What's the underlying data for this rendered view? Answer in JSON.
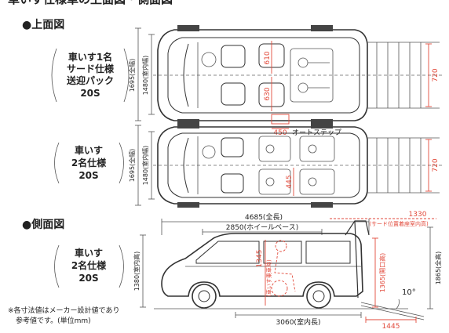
{
  "header_fragment": "車いす仕様車の上面図・側面図",
  "sections": {
    "top_view": "●上面図",
    "side_view": "●側面図"
  },
  "variant_1": {
    "line1": "車いす1名",
    "line2": "サード仕様",
    "line3": "送迎パック",
    "line4": "20S"
  },
  "variant_2": {
    "line1": "車いす",
    "line2": "2名仕様",
    "line3": "20S"
  },
  "variant_3": {
    "line1": "車いす",
    "line2": "2名仕様",
    "line3": "20S"
  },
  "dims_top1": {
    "width_total": "1695(全幅)",
    "width_interior": "1480(室内幅)",
    "seat_610": "610",
    "seat_630": "630",
    "ramp_720": "720",
    "step_450": "450",
    "step_label": "オートステップ"
  },
  "dims_top2": {
    "width_total": "1695(全幅)",
    "width_interior": "1480(室内幅)",
    "seat_445": "445",
    "ramp_720": "720"
  },
  "dims_side": {
    "length_total": "4685(全長)",
    "wheelbase": "2850(ホイールベース)",
    "third_pos": "1330",
    "third_pos_label": "(サード位置着座室内高)",
    "wheelchair_height": "1345",
    "wheelchair_height_label": "(車いす乗車時)",
    "interior_height": "1380(室内高)",
    "opening_height": "1365(開口高)",
    "total_height": "1865(全高)",
    "angle": "10°",
    "interior_length": "3060(室内長)",
    "ramp_length": "1445"
  },
  "footnote": {
    "line1": "※各寸法値はメーカー設計値であり",
    "line2": "参考値です。(単位mm)"
  }
}
